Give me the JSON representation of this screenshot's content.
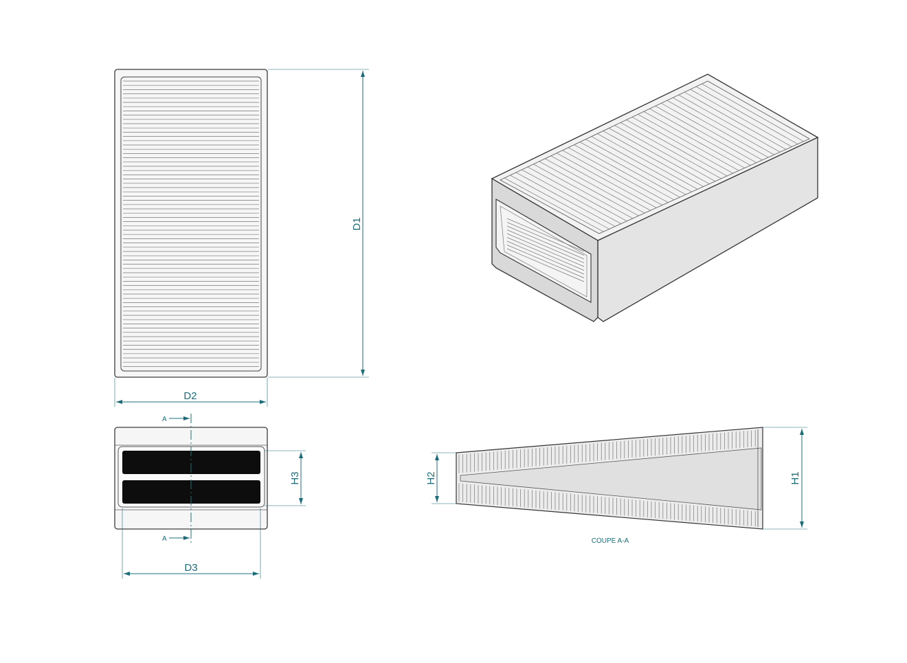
{
  "dimensions": {
    "d1": "D1",
    "d2": "D2",
    "d3": "D3",
    "h1": "H1",
    "h2": "H2",
    "h3": "H3"
  },
  "section": {
    "marker_top": "A",
    "marker_bottom": "A",
    "caption": "COUPE A-A"
  },
  "colors": {
    "dimension": "#1a6d78",
    "outline": "#3a3a3a",
    "fill": "#f6f6f6",
    "opening": "#0d0d0d",
    "section_fill": "#e8e8e8"
  }
}
